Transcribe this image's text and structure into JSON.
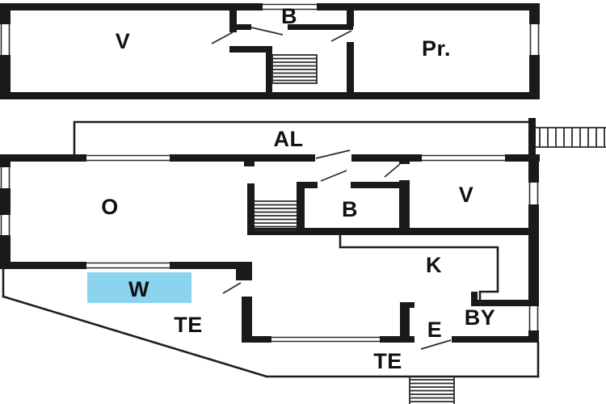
{
  "document": {
    "type": "floor-plan",
    "floors": [
      "upper",
      "main"
    ]
  },
  "colors": {
    "wall": "#1a1a1a",
    "highlight_fill": "#8bd4f0",
    "label": "#111111",
    "background": "#ffffff"
  },
  "upper_floor": {
    "labels": {
      "v": "V",
      "b": "B",
      "pr": "Pr."
    }
  },
  "main_floor": {
    "labels": {
      "al": "AL",
      "o": "O",
      "b": "B",
      "v": "V",
      "k": "K",
      "w": "W",
      "te_left": "TE",
      "e": "E",
      "by": "BY",
      "te_bottom": "TE"
    }
  }
}
